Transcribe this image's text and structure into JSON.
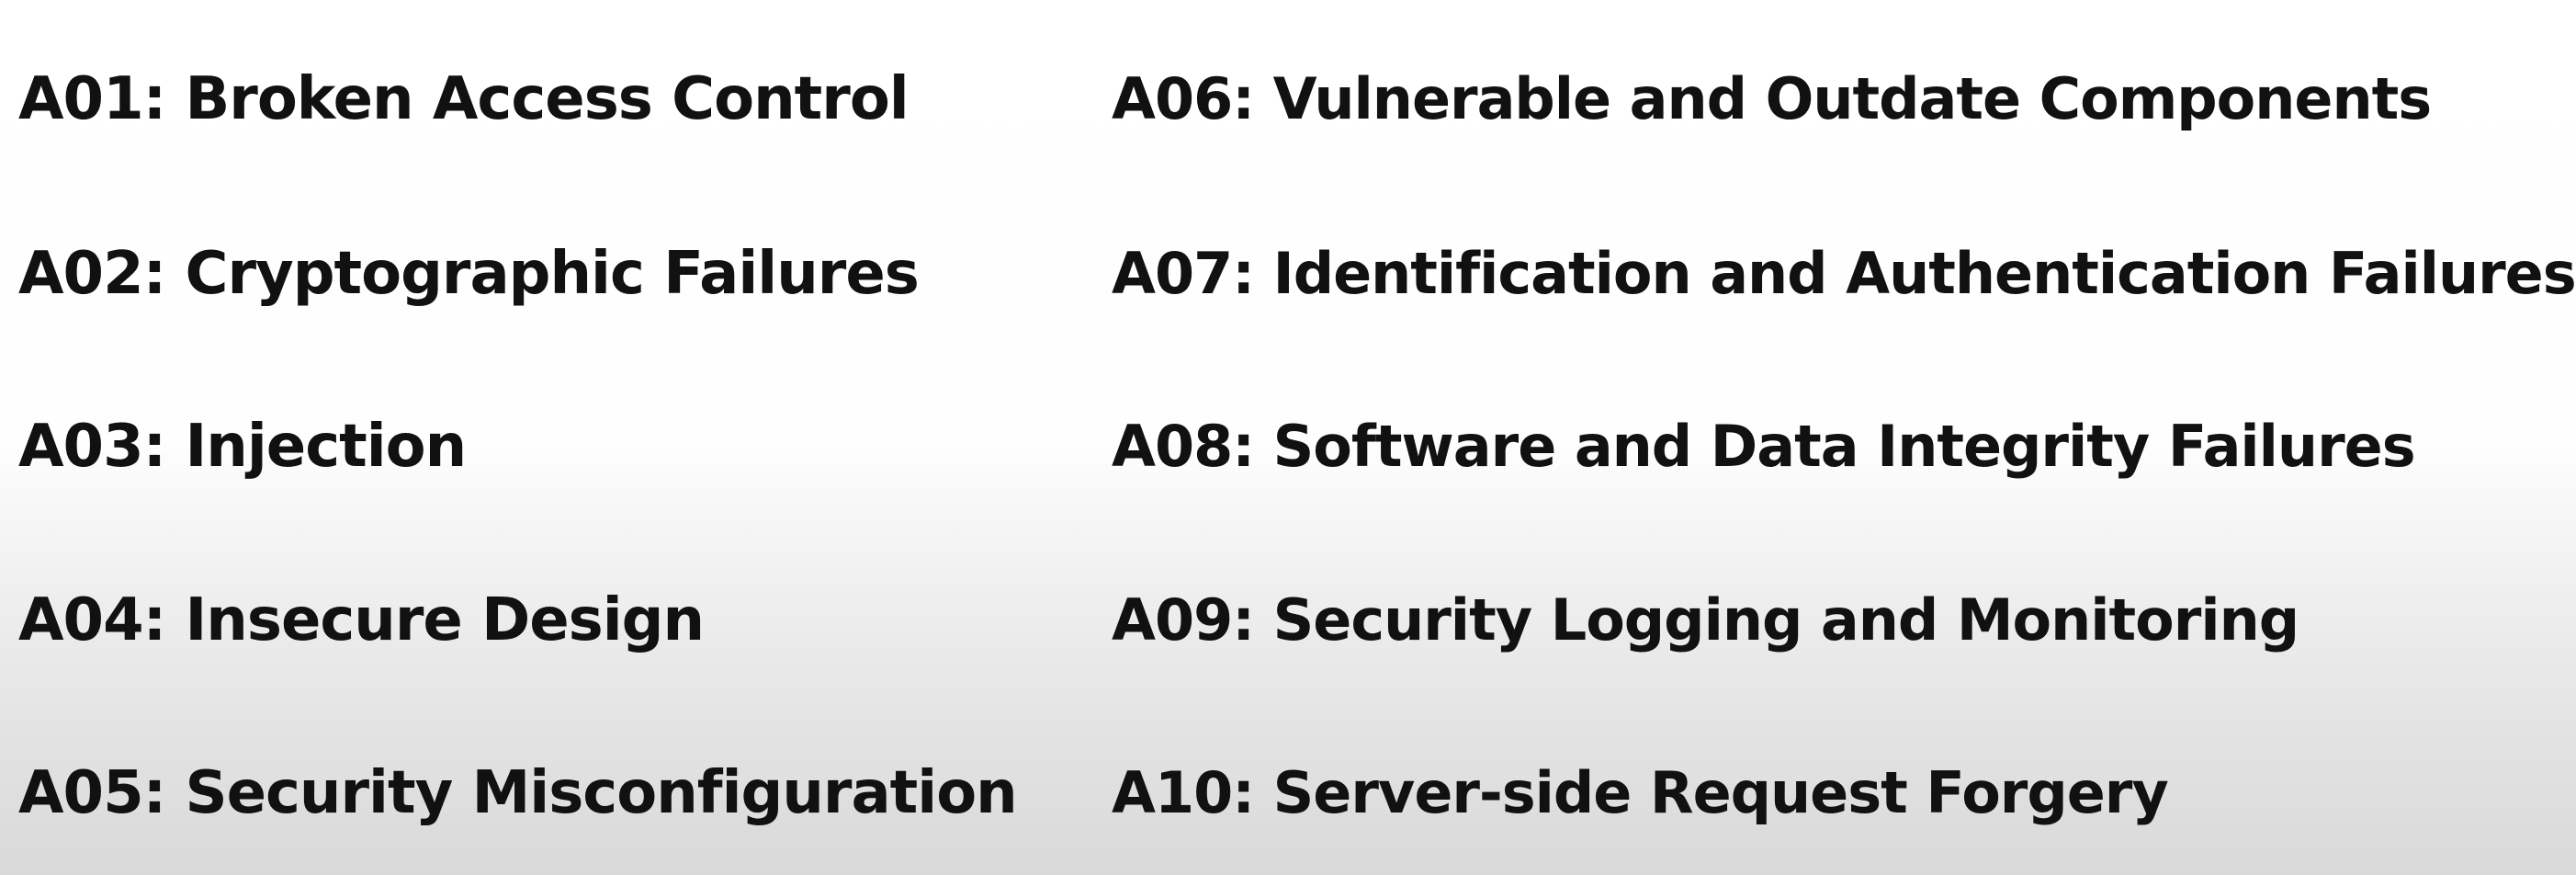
{
  "risks": {
    "left": [
      "A01: Broken Access Control",
      "A02: Cryptographic Failures",
      "A03: Injection",
      "A04: Insecure Design",
      "A05: Security Misconfiguration"
    ],
    "right": [
      "A06: Vulnerable and Outdate Components",
      "A07: Identification and Authentication Failures",
      "A08: Software and Data Integrity Failures",
      "A09: Security Logging and Monitoring",
      "A10: Server-side Request Forgery"
    ]
  },
  "colors": {
    "text": "#111111",
    "background_top": "#ffffff",
    "background_bottom": "#d9d9d9"
  }
}
